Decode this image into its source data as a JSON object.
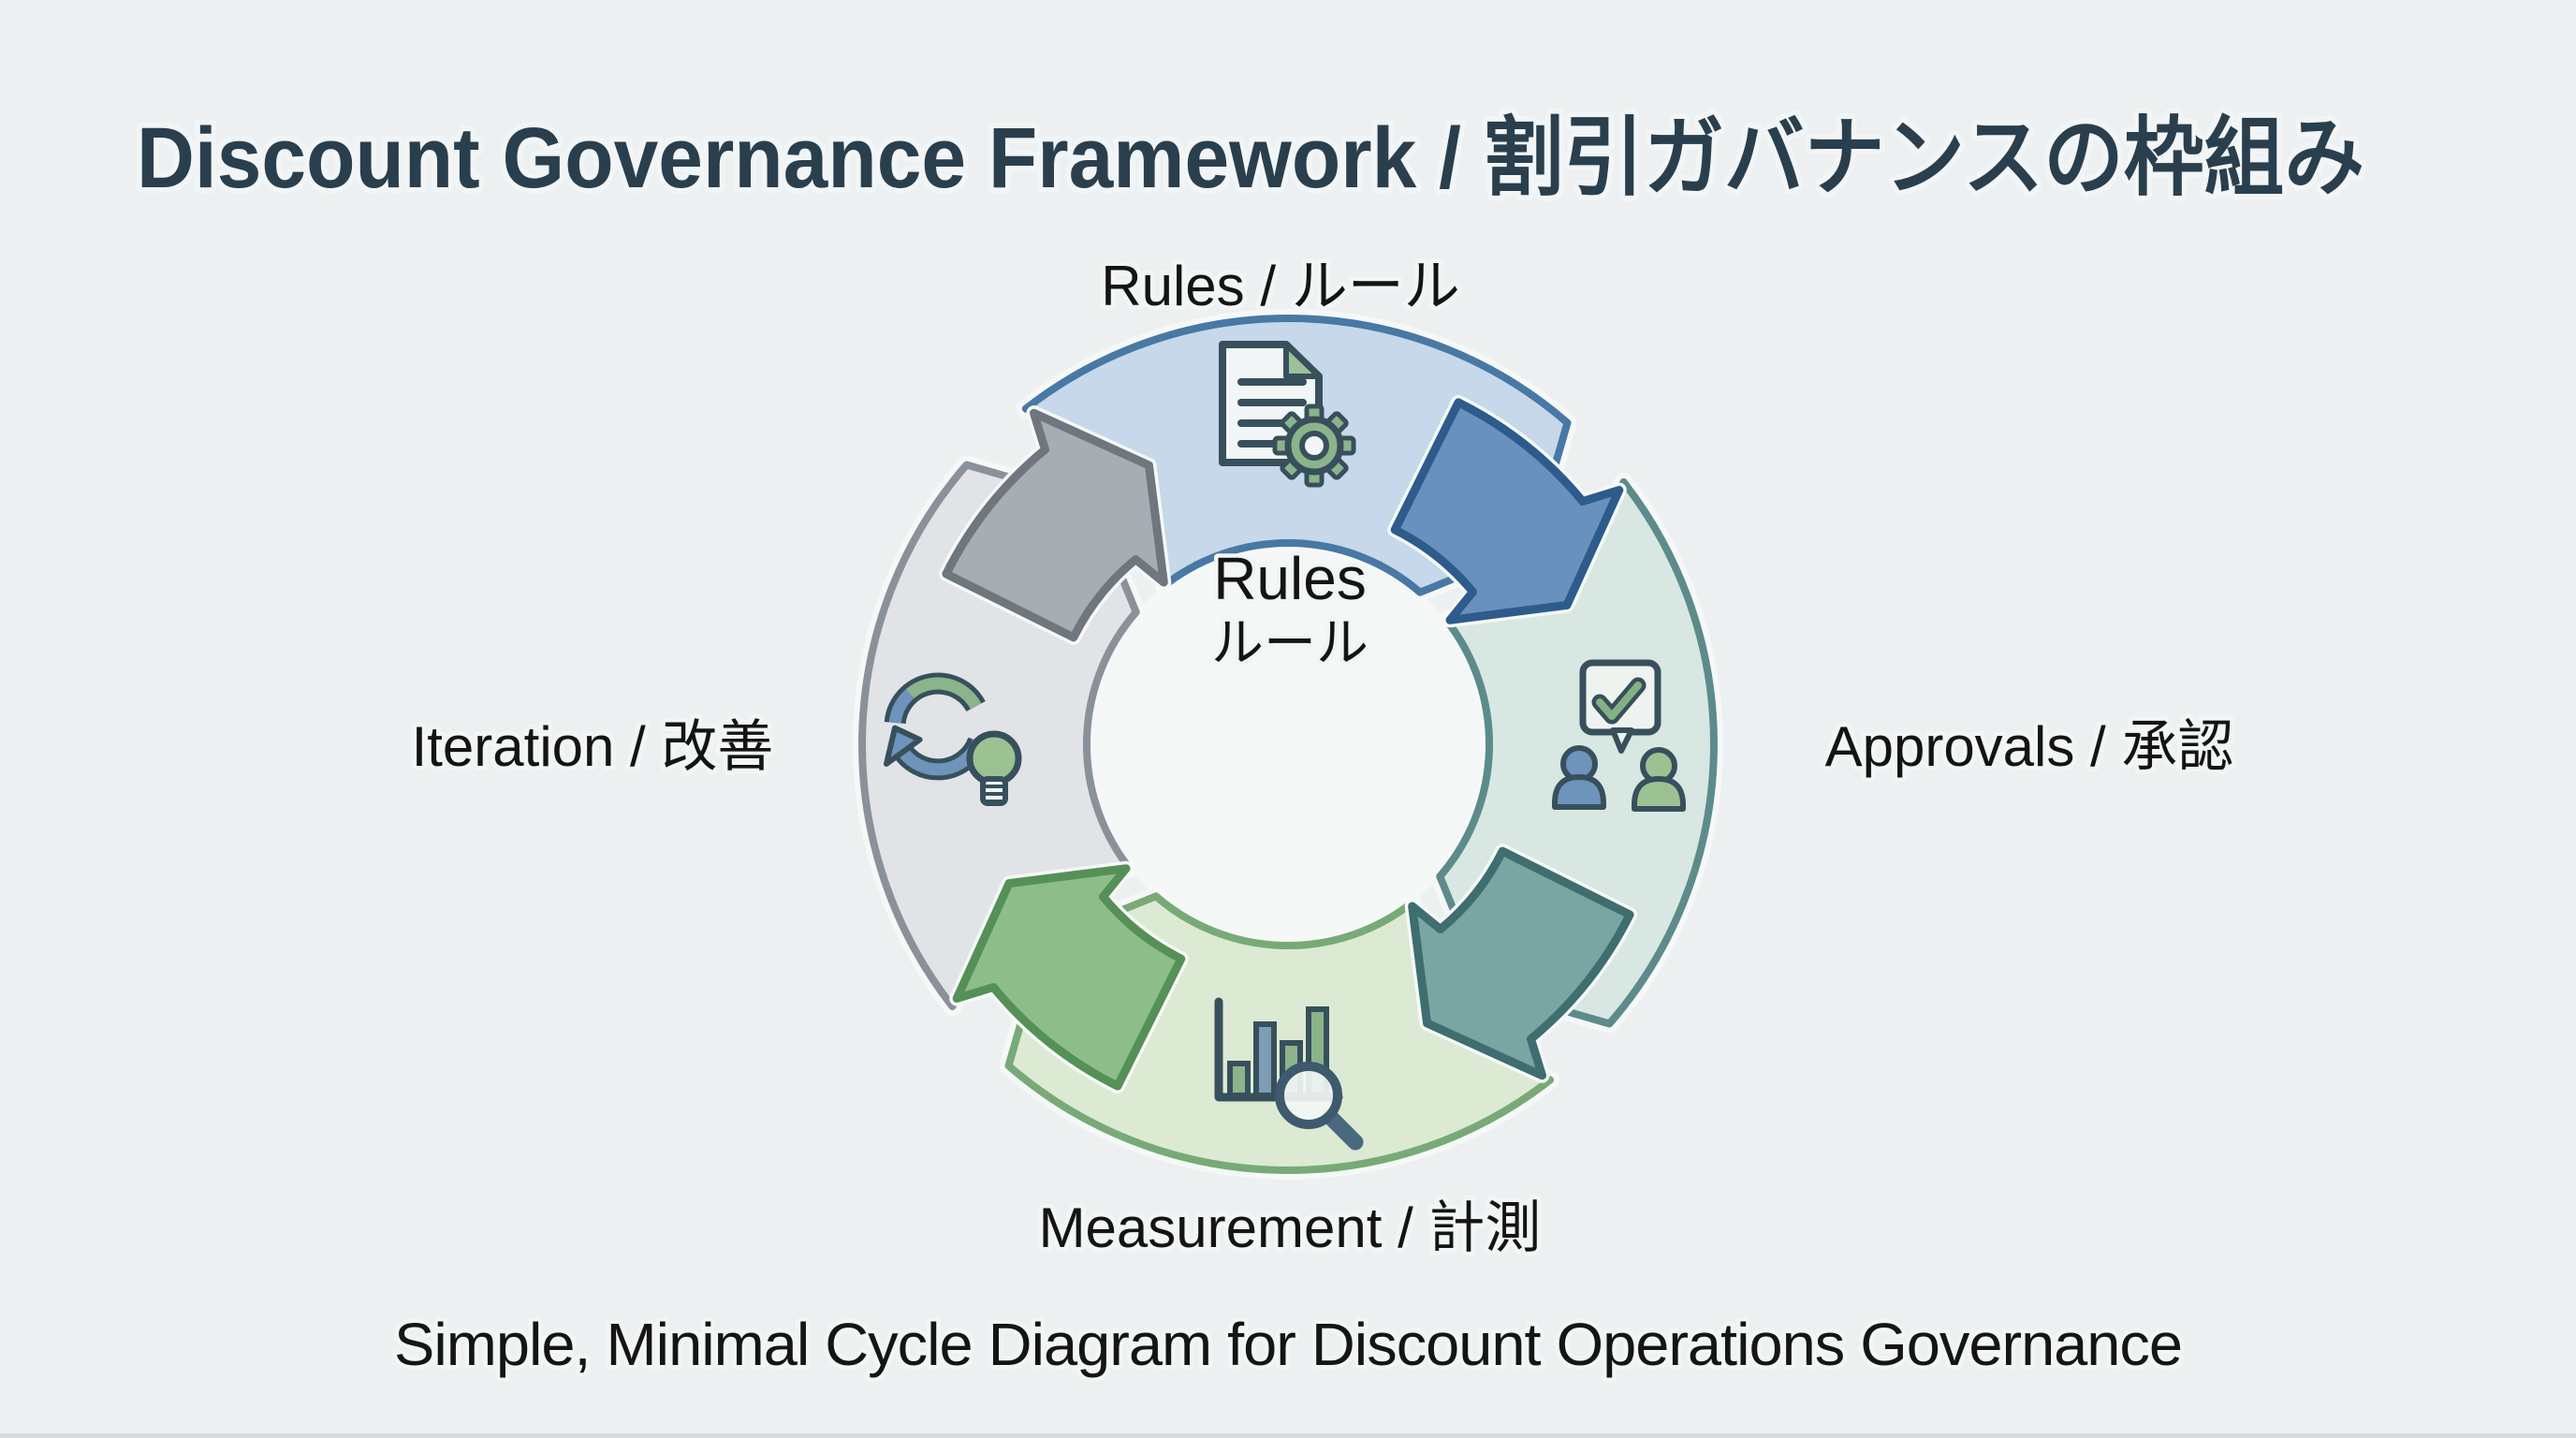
{
  "title": {
    "text": "Discount Governance Framework / 割引ガバナンスの枠組み",
    "color": "#2a3f4d"
  },
  "caption": {
    "text": "Simple, Minimal Cycle Diagram for Discount Operations Governance",
    "color": "#151515"
  },
  "background": "#edf0f1",
  "inner_disc_color": "#f5f7f7",
  "label_color": "#141414",
  "center_label": {
    "line1": "Rules",
    "line2": "ルール",
    "color": "#141414"
  },
  "icon_palette": {
    "outline": "#37505c",
    "green": "#8cb48b",
    "green_light": "#9cc293",
    "fold_green": "#9dc09a",
    "check_green": "#83b184",
    "blue": "#6e94bc",
    "blue_gray": "#7d9cb5",
    "paper": "#f2f6f6",
    "bubble": "#eef3f0",
    "lens": "#f2f6f5",
    "handle": "#4a6880",
    "ring_dark": "#3d5a6e"
  },
  "segments": [
    {
      "id": "rules",
      "label": "Rules / ルール",
      "icon": "document-gear-icon",
      "center_angle": 0,
      "fill": "#c6d8e9",
      "stroke": "#4878a4",
      "arrow_fill": "#6991bd",
      "arrow_stroke": "#2d5c8c"
    },
    {
      "id": "approvals",
      "label": "Approvals / 承認",
      "icon": "approval-people-icon",
      "center_angle": 90,
      "fill": "#d8e7e1",
      "stroke": "#5d8b8b",
      "arrow_fill": "#79a5a3",
      "arrow_stroke": "#3e6e6f"
    },
    {
      "id": "measurement",
      "label": "Measurement / 計測",
      "icon": "chart-magnifier-icon",
      "center_angle": 180,
      "fill": "#dcead3",
      "stroke": "#77aa77",
      "arrow_fill": "#8dbd8b",
      "arrow_stroke": "#559057"
    },
    {
      "id": "iteration",
      "label": "Iteration / 改善",
      "icon": "refresh-bulb-icon",
      "center_angle": 270,
      "fill": "#e1e3e7",
      "stroke": "#8b9199",
      "arrow_fill": "#a8adb4",
      "arrow_stroke": "#70767e"
    }
  ]
}
